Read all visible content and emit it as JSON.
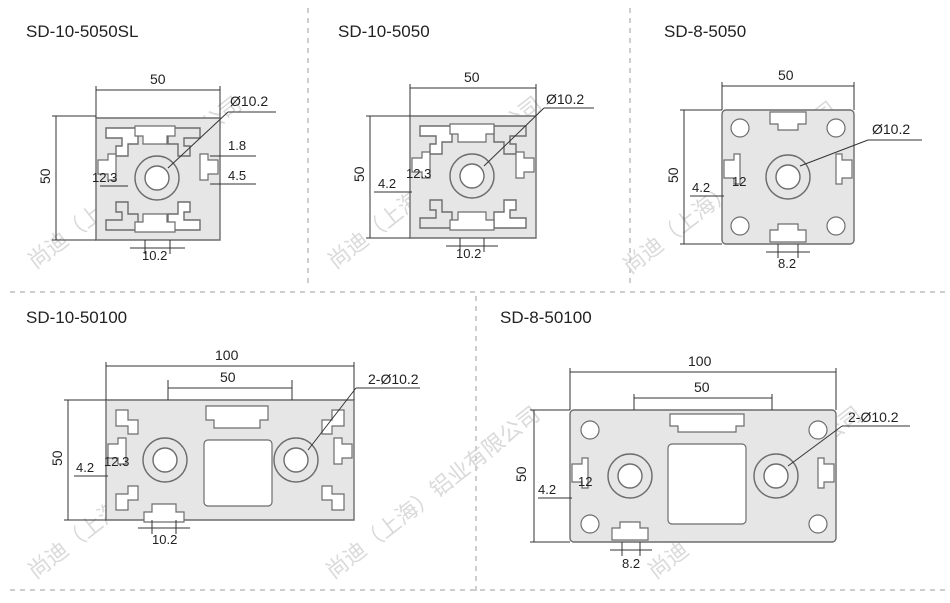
{
  "watermark": "尚迪（上海）铝业有限公司",
  "colors": {
    "profile_fill": "#e6e6e6",
    "profile_stroke": "#6d6d6d",
    "dim_line": "#333333",
    "divider": "#bdbdbd",
    "watermark": "#d4d4d4"
  },
  "panels": [
    {
      "title": "SD-10-5050SL",
      "width": "50",
      "height": "50",
      "hole": "Ø10.2",
      "slot": "10.2",
      "inner": "12.3",
      "d1": "1.8",
      "d2": "4.5"
    },
    {
      "title": "SD-10-5050",
      "width": "50",
      "height": "50",
      "hole": "Ø10.2",
      "slot": "10.2",
      "inner": "12.3",
      "side": "4.2"
    },
    {
      "title": "SD-8-5050",
      "width": "50",
      "height": "50",
      "hole": "Ø10.2",
      "slot": "8.2",
      "inner": "12",
      "side": "4.2"
    },
    {
      "title": "SD-10-50100",
      "width": "100",
      "width2": "50",
      "height": "50",
      "hole": "2-Ø10.2",
      "slot": "10.2",
      "inner": "12.3",
      "side": "4.2"
    },
    {
      "title": "SD-8-50100",
      "width": "100",
      "width2": "50",
      "height": "50",
      "hole": "2-Ø10.2",
      "slot": "8.2",
      "inner": "12",
      "side": "4.2"
    }
  ]
}
